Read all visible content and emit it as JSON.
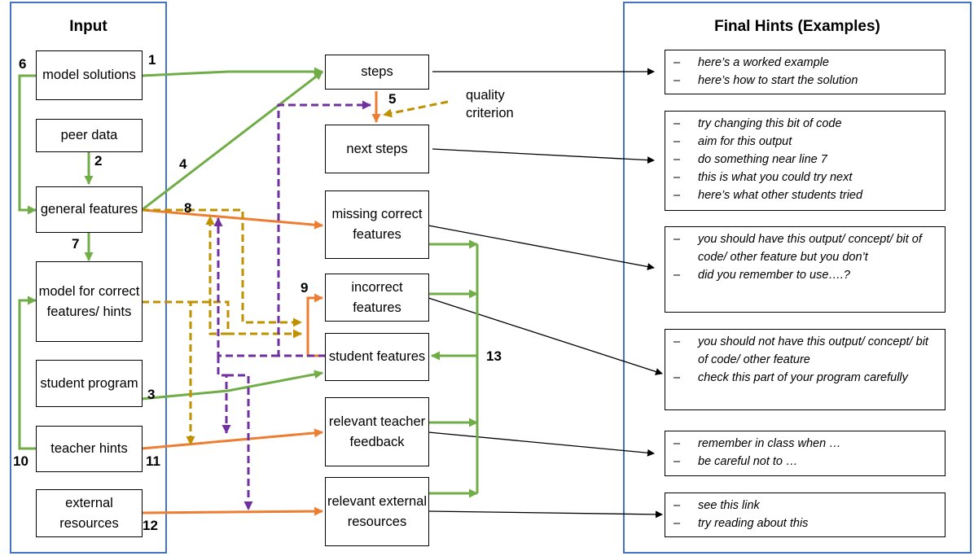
{
  "input": {
    "title": "Input",
    "boxes": {
      "model_solutions": "model solutions",
      "peer_data": "peer data",
      "general_features": "general features",
      "model_correct": "model for correct features/ hints",
      "student_program": "student program",
      "teacher_hints": "teacher hints",
      "external_resources": "external resources"
    }
  },
  "middle": {
    "boxes": {
      "steps": "steps",
      "next_steps": "next steps",
      "missing_correct": "missing correct features",
      "incorrect_features": "incorrect features",
      "student_features": "student features",
      "teacher_feedback": "relevant teacher feedback",
      "external_res": "relevant external resources"
    },
    "quality_criterion": "quality criterion"
  },
  "numbers": [
    "1",
    "2",
    "3",
    "4",
    "5",
    "6",
    "7",
    "8",
    "9",
    "10",
    "11",
    "12",
    "13"
  ],
  "hints": {
    "title": "Final Hints (Examples)",
    "dash": "–",
    "groups": [
      [
        "here’s a worked example",
        "here’s how to start the solution"
      ],
      [
        "try changing this bit of code",
        "aim for this output",
        "do something near line 7",
        "this is what you could try next",
        "here’s what other students tried"
      ],
      [
        "you should have this output/ concept/ bit of code/ other feature but you don’t",
        "did you remember to use….?"
      ],
      [
        "you should not have this output/ concept/ bit of code/ other feature",
        "check this part of your program carefully"
      ],
      [
        "remember in class when …",
        "be careful not to …"
      ],
      [
        "see this link",
        "try reading about this"
      ]
    ]
  },
  "colors": {
    "panel_border": "#4472C4",
    "green": "#70AD47",
    "orange": "#ED7D31",
    "gold": "#BF9000",
    "purple": "#7030A0",
    "black": "#000000"
  }
}
